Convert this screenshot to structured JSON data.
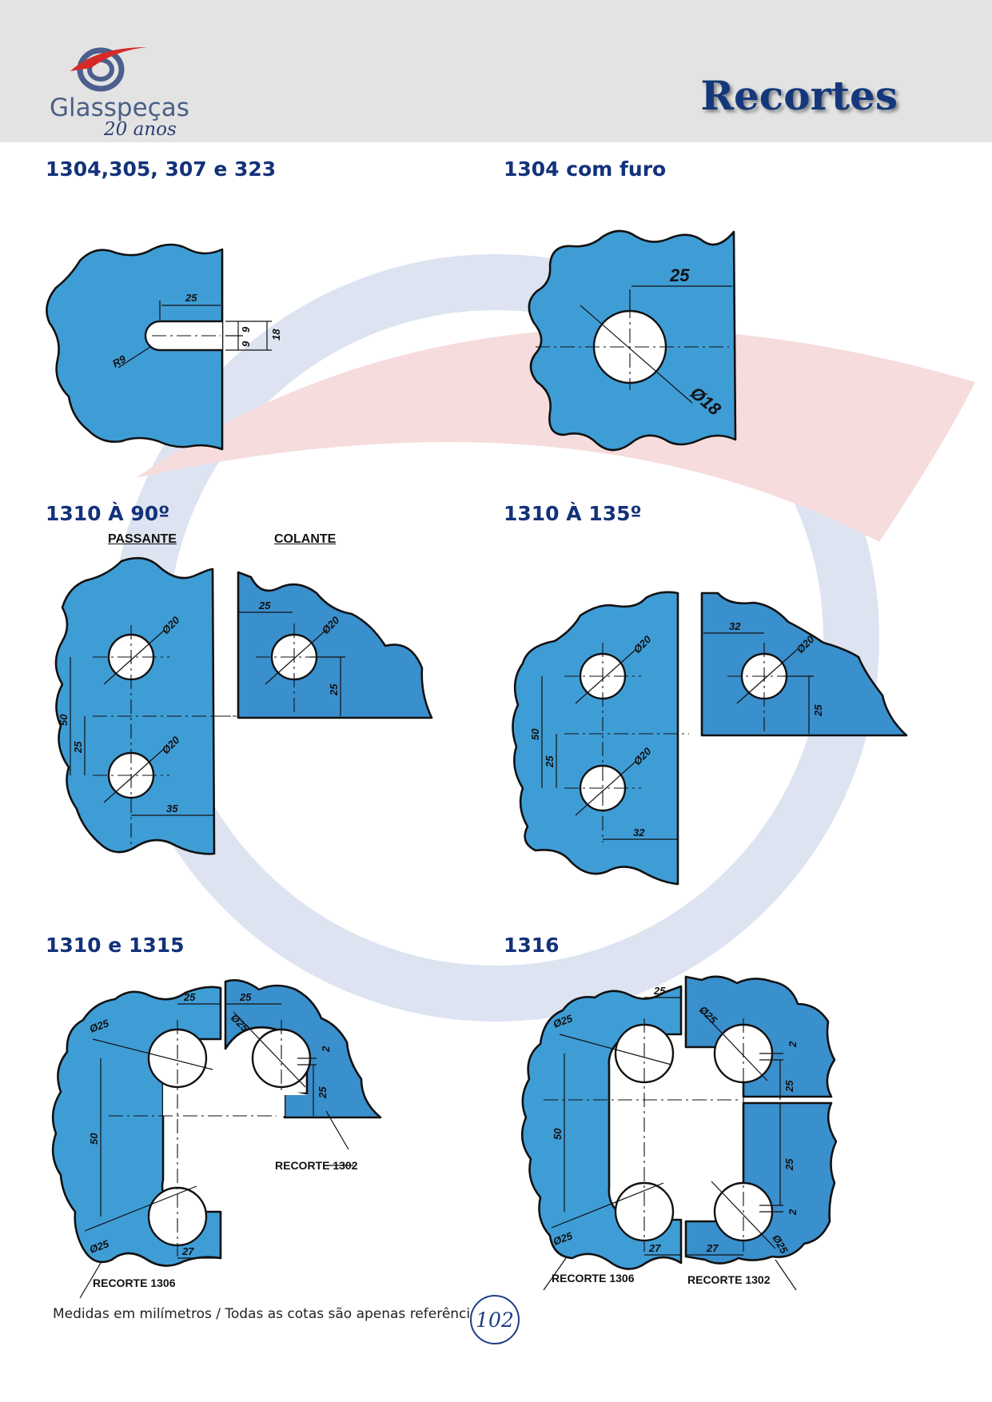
{
  "header": {
    "brand_name": "Glasspeças",
    "brand_years": "20 anos",
    "title": "Recortes",
    "colors": {
      "header_bg": "#e3e3e3",
      "brand_blue": "#14387b",
      "brand_red": "#d42a2a",
      "glass_blue": "#3f9dd6"
    }
  },
  "sections": [
    {
      "title": "1304,305, 307 e 323",
      "dimensions": [
        "25",
        "9",
        "9",
        "18",
        "R9"
      ]
    },
    {
      "title": "1304 com furo",
      "dimensions": [
        "25",
        "Ø18"
      ]
    },
    {
      "title": "1310 À 90º",
      "labels": [
        "PASSANTE",
        "COLANTE"
      ],
      "dimensions": [
        "Ø20",
        "Ø20",
        "50",
        "25",
        "35",
        "25",
        "Ø20",
        "25"
      ]
    },
    {
      "title": "1310 À 135º",
      "dimensions": [
        "Ø20",
        "Ø20",
        "50",
        "25",
        "32",
        "32",
        "Ø20",
        "25"
      ]
    },
    {
      "title": "1310 e 1315",
      "dimensions": [
        "25",
        "25",
        "Ø25",
        "Ø25",
        "2",
        "25",
        "50",
        "Ø25",
        "27"
      ],
      "callouts": [
        "RECORTE 1302",
        "RECORTE 1306"
      ]
    },
    {
      "title": "1316",
      "dimensions": [
        "25",
        "Ø25",
        "Ø25",
        "2",
        "25",
        "50",
        "25",
        "2",
        "Ø25",
        "Ø25",
        "27",
        "27"
      ],
      "callouts": [
        "RECORTE 1306",
        "RECORTE 1302"
      ]
    }
  ],
  "footer": {
    "note": "Medidas em milímetros / Todas as cotas são apenas referência",
    "page_number": "102"
  }
}
